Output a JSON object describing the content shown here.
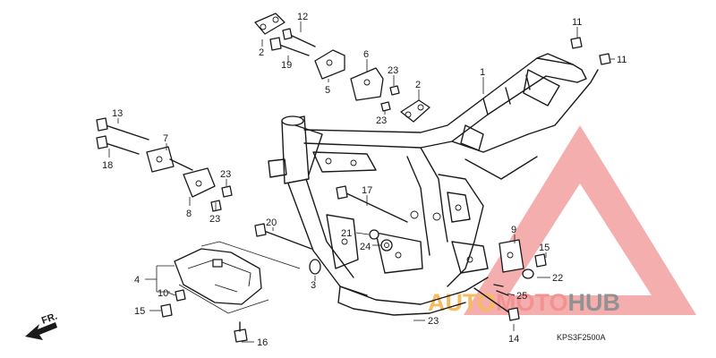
{
  "diagram": {
    "code": "KPS3F2500A",
    "direction": "FR.",
    "callouts": [
      {
        "id": "c12a",
        "text": "12"
      },
      {
        "id": "c2a",
        "text": "2"
      },
      {
        "id": "c19",
        "text": "19"
      },
      {
        "id": "c6",
        "text": "6"
      },
      {
        "id": "c5",
        "text": "5"
      },
      {
        "id": "c23a",
        "text": "23"
      },
      {
        "id": "c23b",
        "text": "23"
      },
      {
        "id": "c2b",
        "text": "2"
      },
      {
        "id": "c11a",
        "text": "11"
      },
      {
        "id": "c11b",
        "text": "11"
      },
      {
        "id": "c1",
        "text": "1"
      },
      {
        "id": "c13",
        "text": "13"
      },
      {
        "id": "c18",
        "text": "18"
      },
      {
        "id": "c7",
        "text": "7"
      },
      {
        "id": "c8",
        "text": "8"
      },
      {
        "id": "c23c",
        "text": "23"
      },
      {
        "id": "c23d",
        "text": "23"
      },
      {
        "id": "c17",
        "text": "17"
      },
      {
        "id": "c20",
        "text": "20"
      },
      {
        "id": "c21",
        "text": "21"
      },
      {
        "id": "c24",
        "text": "24"
      },
      {
        "id": "c9",
        "text": "9"
      },
      {
        "id": "c15a",
        "text": "15"
      },
      {
        "id": "c22",
        "text": "22"
      },
      {
        "id": "c25",
        "text": "25"
      },
      {
        "id": "c3",
        "text": "3"
      },
      {
        "id": "c4",
        "text": "4"
      },
      {
        "id": "c10",
        "text": "10"
      },
      {
        "id": "c15b",
        "text": "15"
      },
      {
        "id": "c16",
        "text": "16"
      },
      {
        "id": "c23e",
        "text": "23"
      },
      {
        "id": "c14",
        "text": "14"
      }
    ]
  },
  "watermark": {
    "brand_part1": "AUTO",
    "brand_part2": "MOTO",
    "brand_part3": "HUB",
    "color_triangle": "#f08080",
    "color_part1": "#f5b041",
    "color_part2": "#f08080",
    "color_part3": "#808080"
  }
}
